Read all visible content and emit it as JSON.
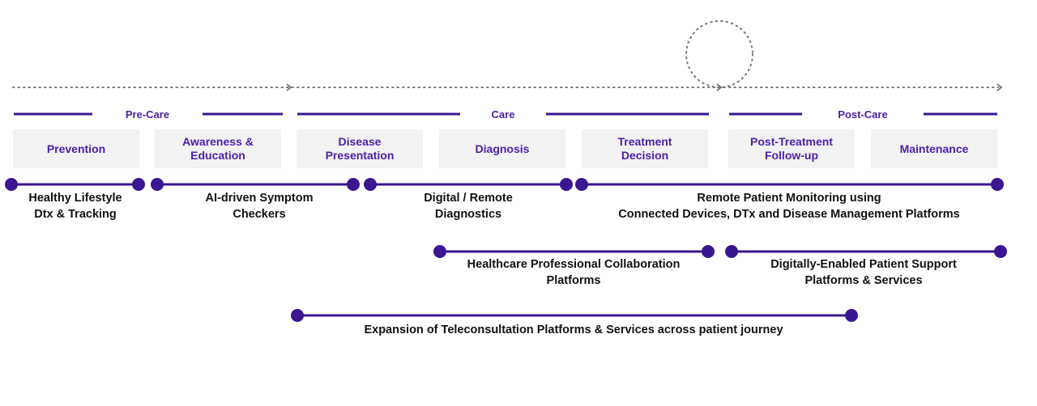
{
  "colors": {
    "accent": "#4b1fa8",
    "dark_accent": "#3a1690",
    "text": "#111111",
    "box": "#f2f2f2",
    "dots": "#666666"
  },
  "phases": [
    {
      "label": "Pre-Care"
    },
    {
      "label": "Care"
    },
    {
      "label": "Post-Care"
    }
  ],
  "stages": [
    {
      "line1": "Prevention",
      "line2": ""
    },
    {
      "line1": "Awareness &",
      "line2": "Education"
    },
    {
      "line1": "Disease",
      "line2": "Presentation"
    },
    {
      "line1": "Diagnosis",
      "line2": ""
    },
    {
      "line1": "Treatment",
      "line2": "Decision"
    },
    {
      "line1": "Post-Treatment",
      "line2": "Follow-up"
    },
    {
      "line1": "Maintenance",
      "line2": ""
    }
  ],
  "segments": [
    {
      "line1": "Healthy Lifestyle",
      "line2": "Dtx & Tracking"
    },
    {
      "line1": "AI-driven Symptom",
      "line2": "Checkers"
    },
    {
      "line1": "Digital / Remote",
      "line2": "Diagnostics"
    },
    {
      "line1": "Remote Patient Monitoring using",
      "line2": "Connected Devices, DTx and Disease Management Platforms"
    },
    {
      "line1": "Healthcare Professional Collaboration",
      "line2": "Platforms"
    },
    {
      "line1": "Digitally-Enabled Patient Support",
      "line2": "Platforms & Services"
    },
    {
      "line1": "Expansion of Teleconsultation Platforms & Services across patient journey",
      "line2": ""
    }
  ]
}
